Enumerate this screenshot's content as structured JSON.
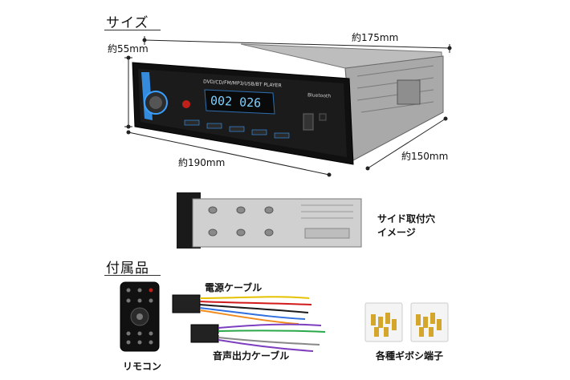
{
  "sections": {
    "size_title": "サイズ",
    "accessories_title": "付属品"
  },
  "dimensions": {
    "height": "約55mm",
    "depth": "約175mm",
    "width": "約190mm",
    "depth_side": "約150mm"
  },
  "device_panel": {
    "model_text": "DVD/CD/FM/MP3/USB/BT PLAYER",
    "display_text": "002 026",
    "bluetooth_text": "Bluetooth"
  },
  "side_mount": {
    "caption_line1": "サイド取付穴",
    "caption_line2": "イメージ"
  },
  "accessories": {
    "remote": "リモコン",
    "power_cable": "電源ケーブル",
    "audio_cable": "音声出力ケーブル",
    "terminals": "各種ギボシ端子"
  },
  "colors": {
    "accent_blue": "#3aa0ff",
    "body_black": "#111111",
    "metal": "#c9c9c9"
  }
}
